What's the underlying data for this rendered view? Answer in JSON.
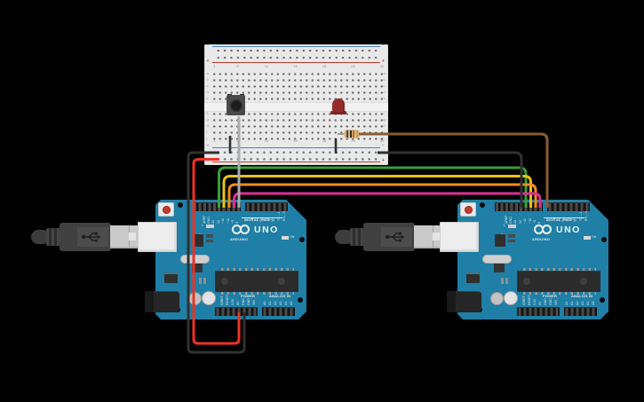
{
  "canvas": {
    "background": "#000000"
  },
  "arduino": {
    "brand": "ARDUINO",
    "model": "UNO",
    "digital_label": "DIGITAL (PWM~)",
    "power_label": "POWER",
    "analog_label": "ANALOG IN",
    "led_l": "L",
    "led_tx": "TX",
    "led_rx": "RX",
    "led_on": "ON",
    "board_hex": "#1f7fa6",
    "pins": {
      "digital_a": [
        "AREF",
        "GND",
        "13",
        "12",
        "~11",
        "~10",
        "~9",
        "8"
      ],
      "digital_b": [
        "7",
        "~6",
        "~5",
        "4",
        "~3",
        "2",
        "TX→1",
        "RX←0"
      ],
      "power": [
        "IOREF",
        "RESET",
        "3.3V",
        "5V",
        "GND",
        "GND",
        "VIN"
      ],
      "analog": [
        "A0",
        "A1",
        "A2",
        "A3",
        "A4",
        "A5"
      ]
    }
  },
  "breadboard": {
    "column_numbers": [
      "1",
      "5",
      "10",
      "15",
      "20",
      "25",
      "30"
    ],
    "row_letters_top": [
      "a",
      "b",
      "c",
      "d",
      "e"
    ],
    "row_letters_bottom": [
      "f",
      "g",
      "h",
      "i",
      "j"
    ],
    "rail_minus": "−",
    "rail_plus": "+",
    "rail_red_hex": "#c0392b",
    "rail_blue_hex": "#4a7fc1"
  },
  "components": {
    "pushbutton": {
      "label": "pushbutton"
    },
    "led": {
      "label": "red LED",
      "body_hex": "#962c2c"
    },
    "resistor": {
      "label": "resistor",
      "body_hex": "#d8b88e",
      "bands": [
        "brown",
        "black",
        "orange",
        "gold"
      ]
    },
    "usb_cable": {
      "label": "USB cable"
    }
  },
  "wires": {
    "green": {
      "label": "green jumper wire",
      "hex": "#3a9e3a"
    },
    "yellow": {
      "label": "yellow jumper wire",
      "hex": "#e9c31b"
    },
    "orange": {
      "label": "orange jumper wire",
      "hex": "#ef8e17"
    },
    "magenta": {
      "label": "magenta jumper wire",
      "hex": "#dd2f96"
    },
    "gray": {
      "label": "gray jumper wire",
      "hex": "#a9adb0"
    },
    "brown": {
      "label": "brown jumper wire",
      "hex": "#8a5c31"
    },
    "red": {
      "label": "red power wire",
      "hex": "#ee3124"
    },
    "black": {
      "label": "black ground wire",
      "hex": "#303030"
    }
  }
}
